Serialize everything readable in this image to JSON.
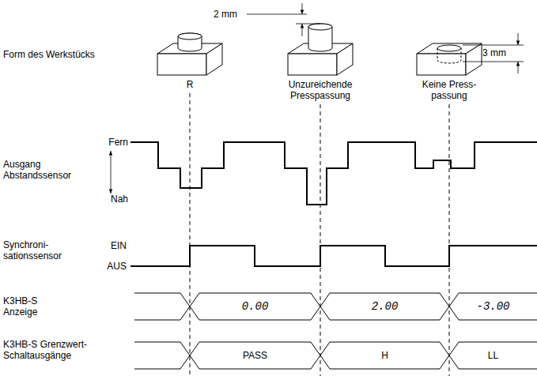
{
  "diagram": {
    "nodes": [
      {
        "text": [
          "0.00"
        ]
      },
      {
        "text": [
          "2.00"
        ]
      },
      {
        "text": [
          "-3.00"
        ]
      },
      {
        "text": [
          "PASS"
        ]
      },
      {
        "text": [
          "H"
        ]
      },
      {
        "text": [
          "LL"
        ]
      }
    ],
    "labels": [
      "Form des Werkstücks",
      "2 mm",
      "3 mm",
      "R",
      "Unzureichende Presspassung",
      "Keine Press- passung",
      "Ausgang Abstandssensor",
      "Fern",
      "Nah",
      "Synchroni- sationssensor",
      "EIN",
      "AUS",
      "K3HB-S Anzeige",
      "K3HB-S Grenzwert- Schaltausgänge"
    ]
  }
}
